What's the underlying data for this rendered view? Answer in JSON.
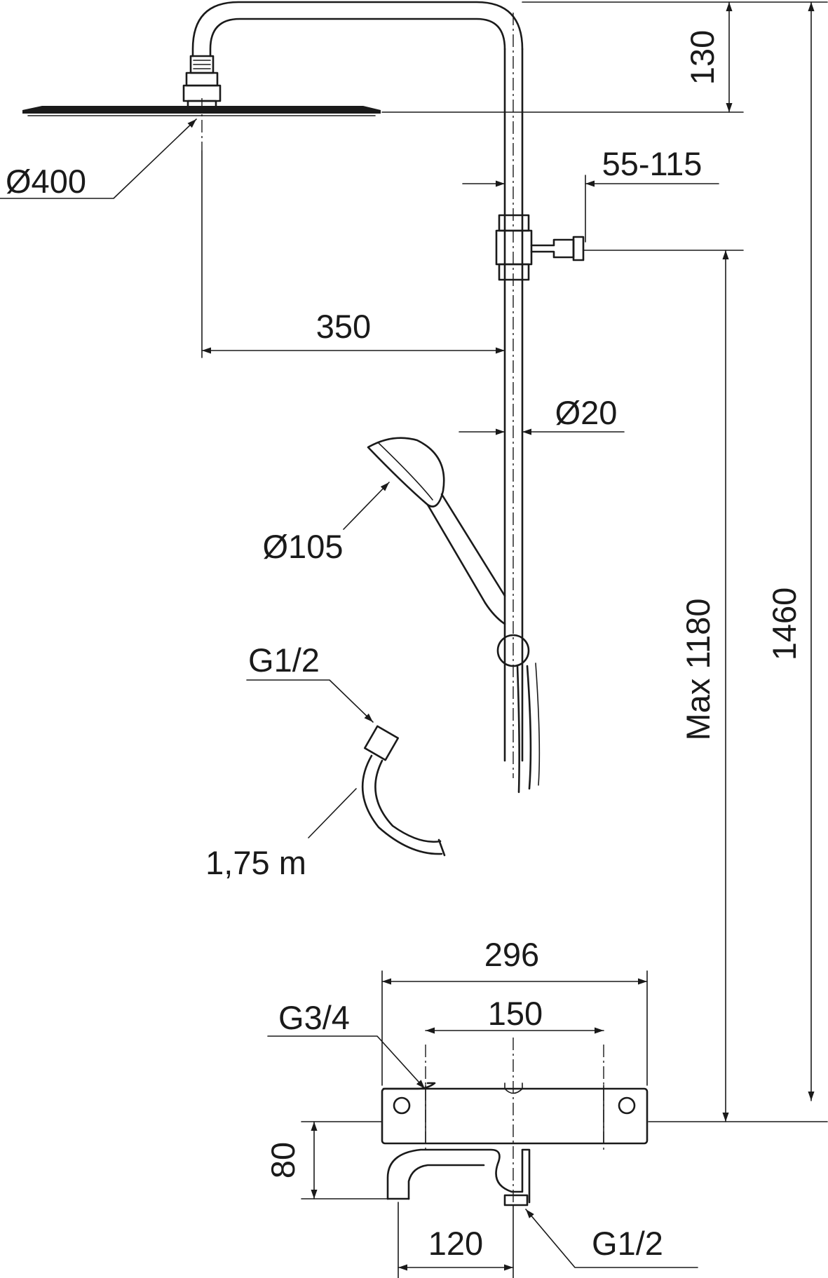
{
  "dimensions": {
    "head_height": "130",
    "overall_height": "1460",
    "max_height": "Max 1180",
    "head_diameter": "Ø400",
    "arm_reach": "350",
    "bracket_range": "55-115",
    "pipe_diameter": "Ø20",
    "hand_shower_diameter": "Ø105",
    "hose_thread": "G1/2",
    "hose_length": "1,75 m",
    "mixer_width": "296",
    "inlet_spacing": "150",
    "inlet_thread": "G3/4",
    "mixer_height": "80",
    "spout_projection": "120",
    "outlet_thread": "G1/2"
  }
}
